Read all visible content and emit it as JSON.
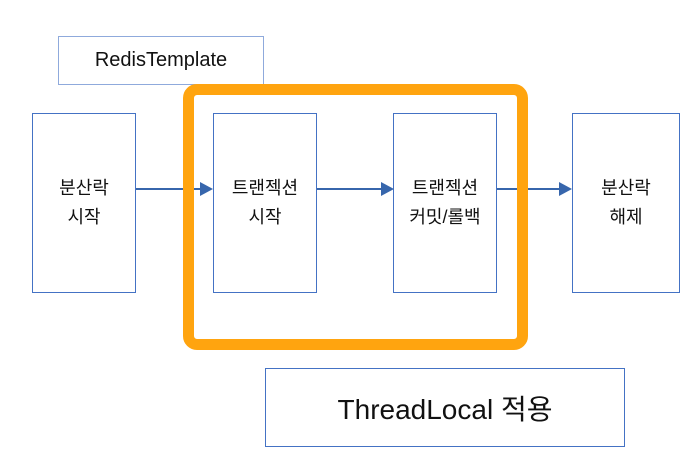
{
  "diagram": {
    "title_labels": {
      "redis_template": "RedisTemplate",
      "thread_local": "ThreadLocal 적용"
    },
    "nodes": [
      {
        "id": "distributed-lock-start",
        "line1": "분산락",
        "line2": "시작"
      },
      {
        "id": "transaction-start",
        "line1": "트랜젝션",
        "line2": "시작"
      },
      {
        "id": "transaction-commit-rollback",
        "line1": "트랜젝션",
        "line2": "커밋/롤백"
      },
      {
        "id": "distributed-lock-release",
        "line1": "분산락",
        "line2": "해제"
      }
    ],
    "flow_order": [
      "분산락 시작",
      "트랜젝션 시작",
      "트랜젝션 커밋/롤백",
      "분산락 해제"
    ],
    "highlight": {
      "label": "ThreadLocal 적용",
      "covers_nodes": [
        "트랜젝션 시작",
        "트랜젝션 커밋/롤백"
      ]
    },
    "colors": {
      "highlight_orange": "#FFA40F",
      "node_border_blue": "#4472C4",
      "top_label_border_blue": "#8FAADC",
      "arrow_blue": "#3766AC",
      "text": "#111111",
      "background": "#FFFFFF"
    }
  }
}
